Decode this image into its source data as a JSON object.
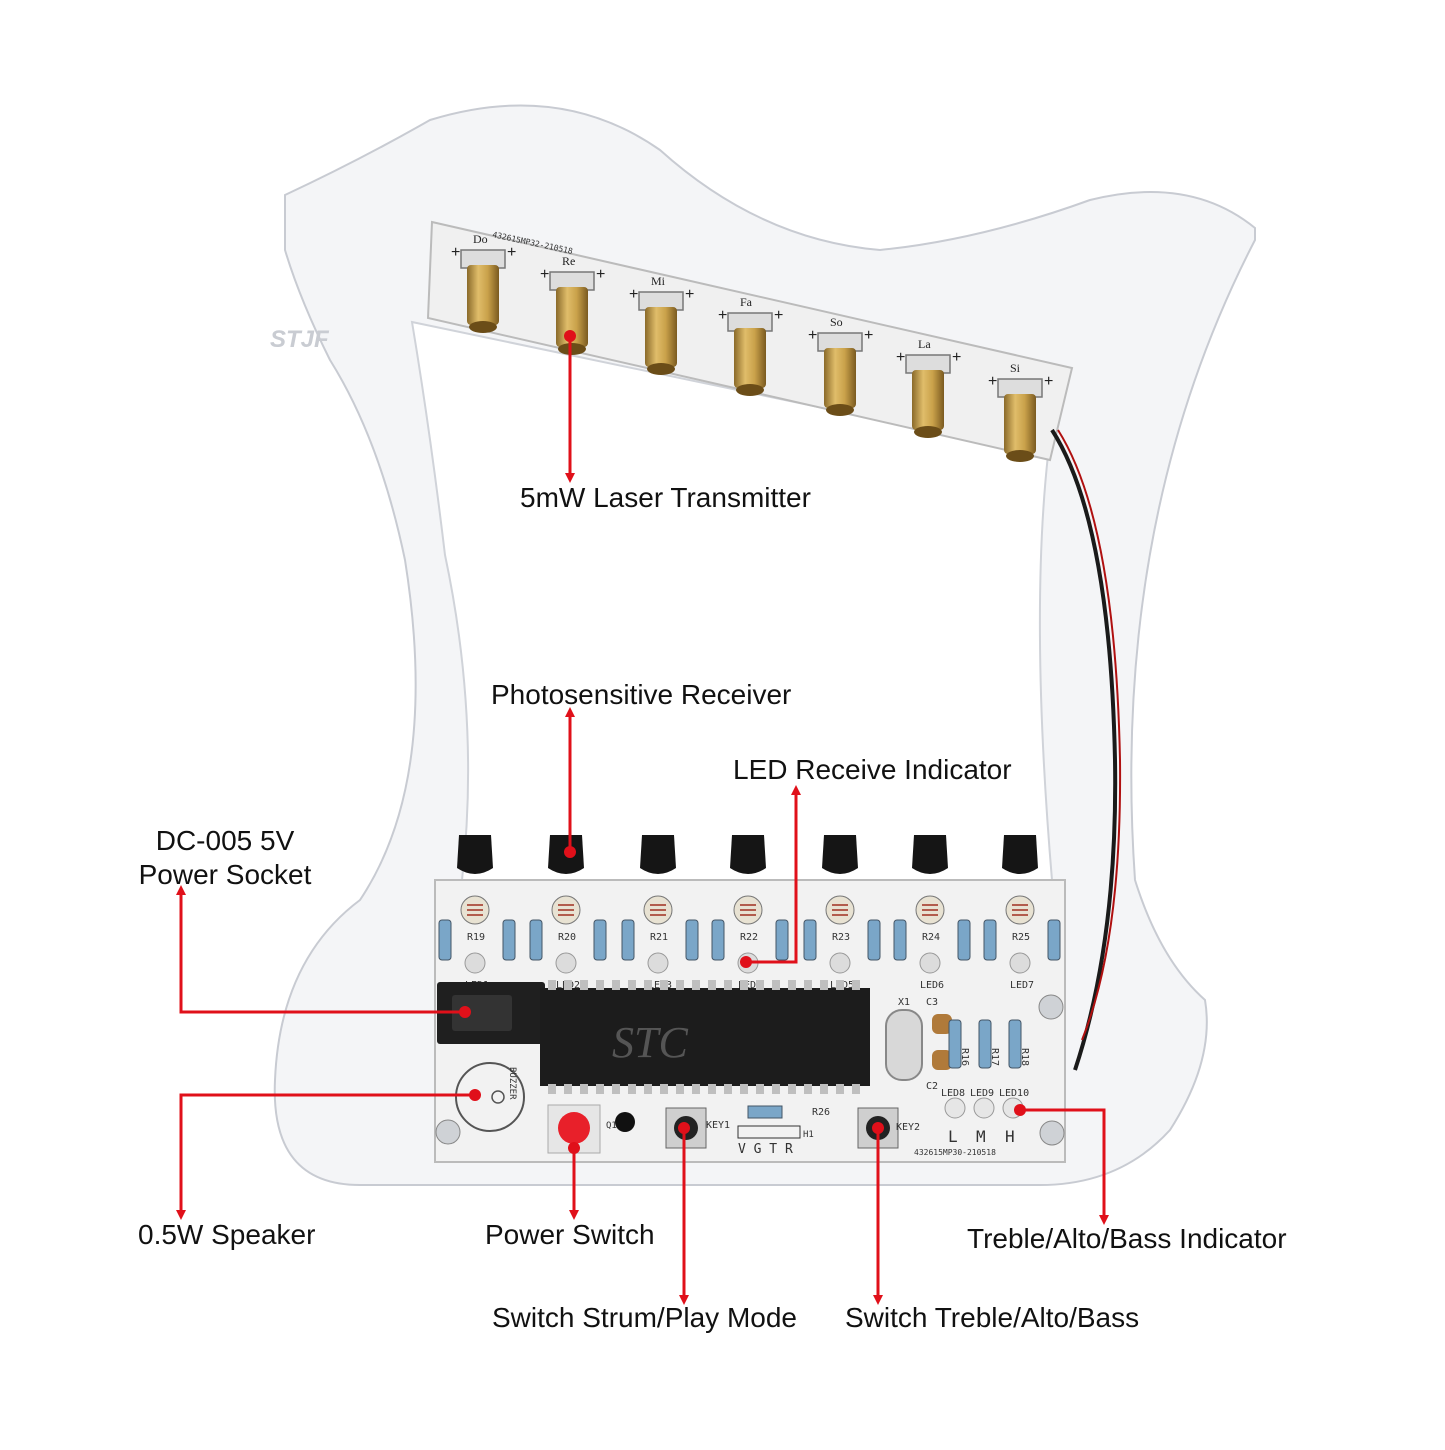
{
  "watermark": "STJF",
  "note_labels": [
    "Do",
    "Re",
    "Mi",
    "Fa",
    "So",
    "La",
    "Si"
  ],
  "laser_board_code": "432615MP32-210518",
  "resistor_labels": [
    "R19",
    "R20",
    "R21",
    "R22",
    "R23",
    "R24",
    "R25"
  ],
  "led_labels": [
    "LED1",
    "LED2",
    "LED3",
    "LED4",
    "LED5",
    "LED6",
    "LED7"
  ],
  "chip_brand": "STC",
  "board_labels": {
    "x1": "X1",
    "c3": "C3",
    "c2": "C2",
    "r16": "R16",
    "r17": "R17",
    "r18": "R18",
    "led8": "LED8",
    "led9": "LED9",
    "led10": "LED10",
    "l": "L",
    "m": "M",
    "h": "H",
    "buzzer": "BUZZER",
    "key1": "KEY1",
    "key2": "KEY2",
    "r26": "R26",
    "h1": "H1",
    "vgtr": "V G T R",
    "q1": "Q1",
    "main_board_code": "432615MP30-210518"
  },
  "callouts": {
    "laser_transmitter": "5mW Laser Transmitter",
    "photosensitive_receiver": "Photosensitive Receiver",
    "led_receive_indicator": "LED Receive Indicator",
    "power_socket_line1": "DC-005 5V",
    "power_socket_line2": "Power Socket",
    "speaker": "0.5W Speaker",
    "power_switch": "Power Switch",
    "treble_indicator": "Treble/Alto/Bass Indicator",
    "strum_play_mode": "Switch Strum/Play Mode",
    "treble_switch": "Switch Treble/Alto/Bass"
  },
  "colors": {
    "arrow": "#e0101a",
    "pcb": "#f2f2f2",
    "acrylic": "#f4f5f7",
    "brass": "#c9a14a",
    "chip": "#1c1c1c",
    "power_button": "#e8202a"
  }
}
